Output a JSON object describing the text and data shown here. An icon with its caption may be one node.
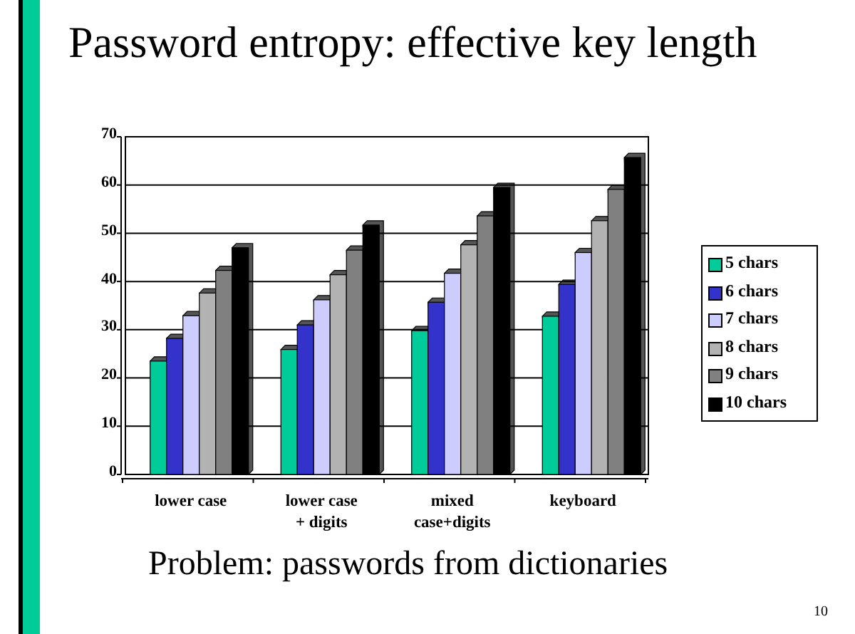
{
  "diagram": {
    "title": "Password entropy: effective key length",
    "labels": [
      "Problem: passwords from dictionaries",
      "10"
    ],
    "chart_data": {
      "type": "bar",
      "categories": [
        "lower case",
        "lower case + digits",
        "mixed case+digits",
        "keyboard"
      ],
      "series": [
        {
          "name": "5 chars",
          "color": "#00cc99",
          "values": [
            23.5,
            25.9,
            29.8,
            32.8
          ]
        },
        {
          "name": "6 chars",
          "color": "#3333cc",
          "values": [
            28.2,
            31.0,
            35.7,
            39.4
          ]
        },
        {
          "name": "7 chars",
          "color": "#ccccff",
          "values": [
            32.9,
            36.2,
            41.7,
            46.0
          ]
        },
        {
          "name": "8 chars",
          "color": "#b2b2b2",
          "values": [
            37.6,
            41.4,
            47.6,
            52.6
          ]
        },
        {
          "name": "9 chars",
          "color": "#808080",
          "values": [
            42.3,
            46.5,
            53.6,
            59.1
          ]
        },
        {
          "name": "10 chars",
          "color": "#000000",
          "values": [
            47.0,
            51.7,
            59.5,
            65.7
          ]
        }
      ],
      "grid": true,
      "legend": "right",
      "ylim": [
        0,
        70
      ],
      "yticks": [
        0,
        10,
        20,
        30,
        40,
        50,
        60,
        70
      ]
    }
  }
}
